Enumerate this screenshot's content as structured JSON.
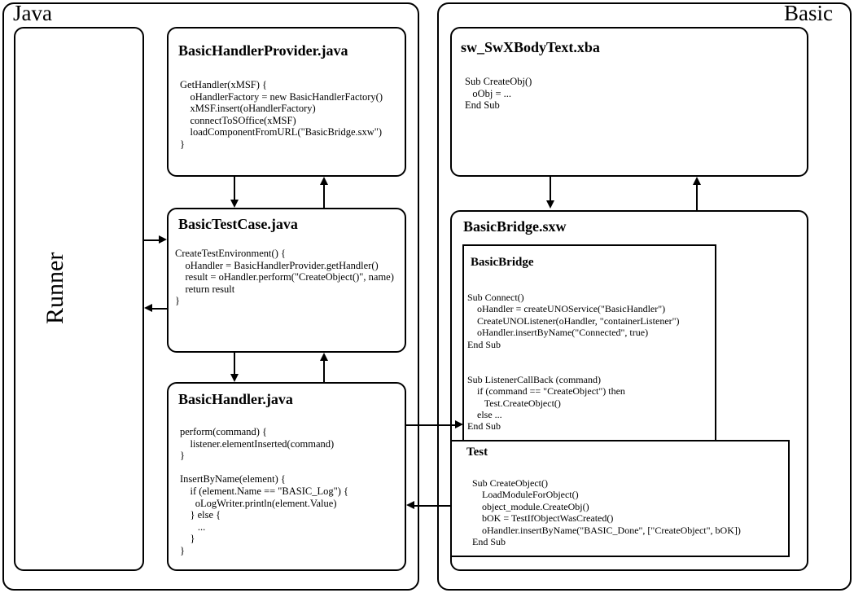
{
  "diagram": {
    "title_java": "Java",
    "title_basic": "Basic",
    "runner_label": "Runner"
  },
  "boxes": {
    "runner": {
      "label": "Runner"
    },
    "basic_handler_provider": {
      "title": "BasicHandlerProvider.java",
      "code": "GetHandler(xMSF) {\n    oHandlerFactory = new BasicHandlerFactory()\n    xMSF.insert(oHandlerFactory)\n    connectToSOffice(xMSF)\n    loadComponentFromURL(\"BasicBridge.sxw\")\n}"
    },
    "basic_test_case": {
      "title": "BasicTestCase.java",
      "code": "CreateTestEnvironment() {\n    oHandler = BasicHandlerProvider.getHandler()\n    result = oHandler.perform(\"CreateObject()\", name)\n    return result\n}"
    },
    "basic_handler": {
      "title": "BasicHandler.java",
      "code": "perform(command) {\n    listener.elementInserted(command)\n}\n\nInsertByName(element) {\n    if (element.Name == \"BASIC_Log\") {\n      oLogWriter.println(element.Value)\n    } else {\n       ...\n    }\n}"
    },
    "sw_swxbodytext": {
      "title": "sw_SwXBodyText.xba",
      "code": "Sub CreateObj()\n   oObj = ...\nEnd Sub"
    },
    "basic_bridge_sxw": {
      "title": "BasicBridge.sxw"
    },
    "basic_bridge_module": {
      "title": "BasicBridge",
      "code": "Sub Connect()\n    oHandler = createUNOService(\"BasicHandler\")\n    CreateUNOListener(oHandler, \"containerListener\")\n    oHandler.insertByName(\"Connected\", true)\nEnd Sub\n\n\nSub ListenerCallBack (command)\n    if (command == \"CreateObject\") then\n       Test.CreateObject()\n    else ...\nEnd Sub"
    },
    "test_module": {
      "title": "Test",
      "code": "Sub CreateObject()\n    LoadModuleForObject()\n    object_module.CreateObj()\n    bOK = TestIfObjectWasCreated()\n    oHandler.insertByName(\"BASIC_Done\", [\"CreateObject\", bOK])\nEnd Sub"
    }
  },
  "colors": {
    "stroke": "#000000",
    "background": "#ffffff"
  }
}
